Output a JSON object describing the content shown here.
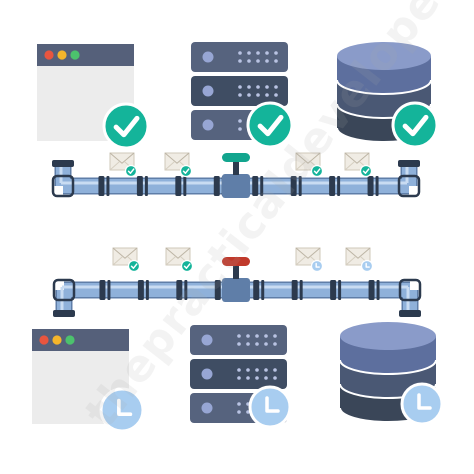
{
  "watermark": "thepracticaldeveloper.com",
  "colors": {
    "window_frame": "#55607a",
    "window_body": "#ececec",
    "server_dark": "#3f4d63",
    "server_light": "#56637e",
    "db_top": "#6c7fb0",
    "db_dark": "#3e4b5e",
    "pipe": "#8fb1da",
    "pipe_joint": "#2c3a4e",
    "envelope": "#f0ece4",
    "check_ok": "#14b49a",
    "valve_open": "#12a58e",
    "valve_closed": "#c0392b",
    "clock_badge": "#a8cdf0"
  },
  "dots": [
    "#e8553f",
    "#f4b52b",
    "#4cc26d"
  ],
  "scenes": [
    {
      "id": "top",
      "status": "synced",
      "valve": "open",
      "components": [
        {
          "type": "browser-window",
          "badge": "check-icon"
        },
        {
          "type": "server-rack",
          "badge": "check-icon"
        },
        {
          "type": "database",
          "badge": "check-icon"
        }
      ],
      "messages": [
        {
          "badge": "check-icon"
        },
        {
          "badge": "check-icon"
        },
        {
          "badge": "check-icon"
        },
        {
          "badge": "check-icon"
        }
      ]
    },
    {
      "id": "bottom",
      "status": "pending",
      "valve": "closed",
      "components": [
        {
          "type": "browser-window",
          "badge": "clock-icon"
        },
        {
          "type": "server-rack",
          "badge": "clock-icon"
        },
        {
          "type": "database",
          "badge": "clock-icon"
        }
      ],
      "messages": [
        {
          "badge": "check-icon"
        },
        {
          "badge": "check-icon"
        },
        {
          "badge": "clock-icon"
        },
        {
          "badge": "clock-icon"
        }
      ]
    }
  ]
}
